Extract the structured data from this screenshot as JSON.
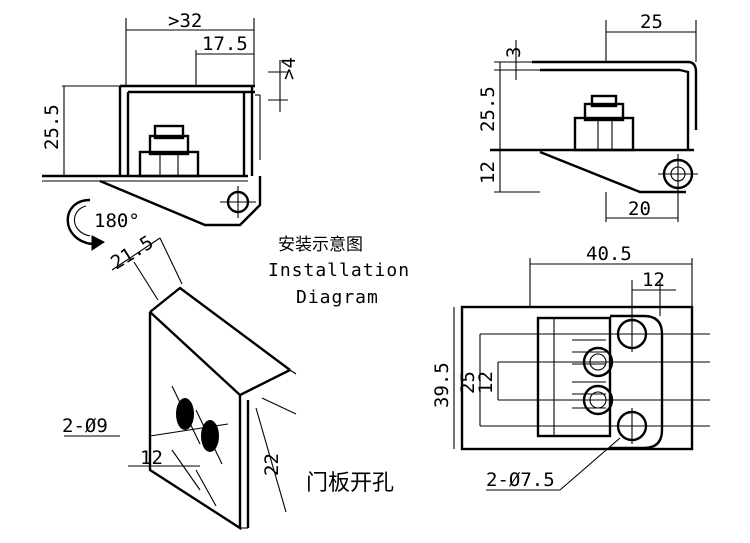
{
  "caption": {
    "cn": "安装示意图",
    "en_line1": "Installation",
    "en_line2": "Diagram"
  },
  "rotation_label": "180°",
  "door_hole_label": "门板开孔",
  "views": {
    "side_left": {
      "dims": {
        "overall_width": ">32",
        "inner_width": "17.5",
        "gap": ">4",
        "height": "25.5"
      }
    },
    "side_right": {
      "dims": {
        "width": "25",
        "thickness": "3",
        "height": "25.5",
        "lower_height": "12",
        "offset": "20"
      }
    },
    "door_panel": {
      "dims": {
        "width": "21.5",
        "holes": "2-Ø9",
        "spacing": "12",
        "height": "22"
      }
    },
    "front": {
      "dims": {
        "width": "40.5",
        "hole_spacing_x": "12",
        "height": "39.5",
        "inner_height": "25",
        "inner_small": "12",
        "holes": "2-Ø7.5"
      }
    }
  },
  "colors": {
    "ink": "#000000",
    "background": "#ffffff"
  }
}
